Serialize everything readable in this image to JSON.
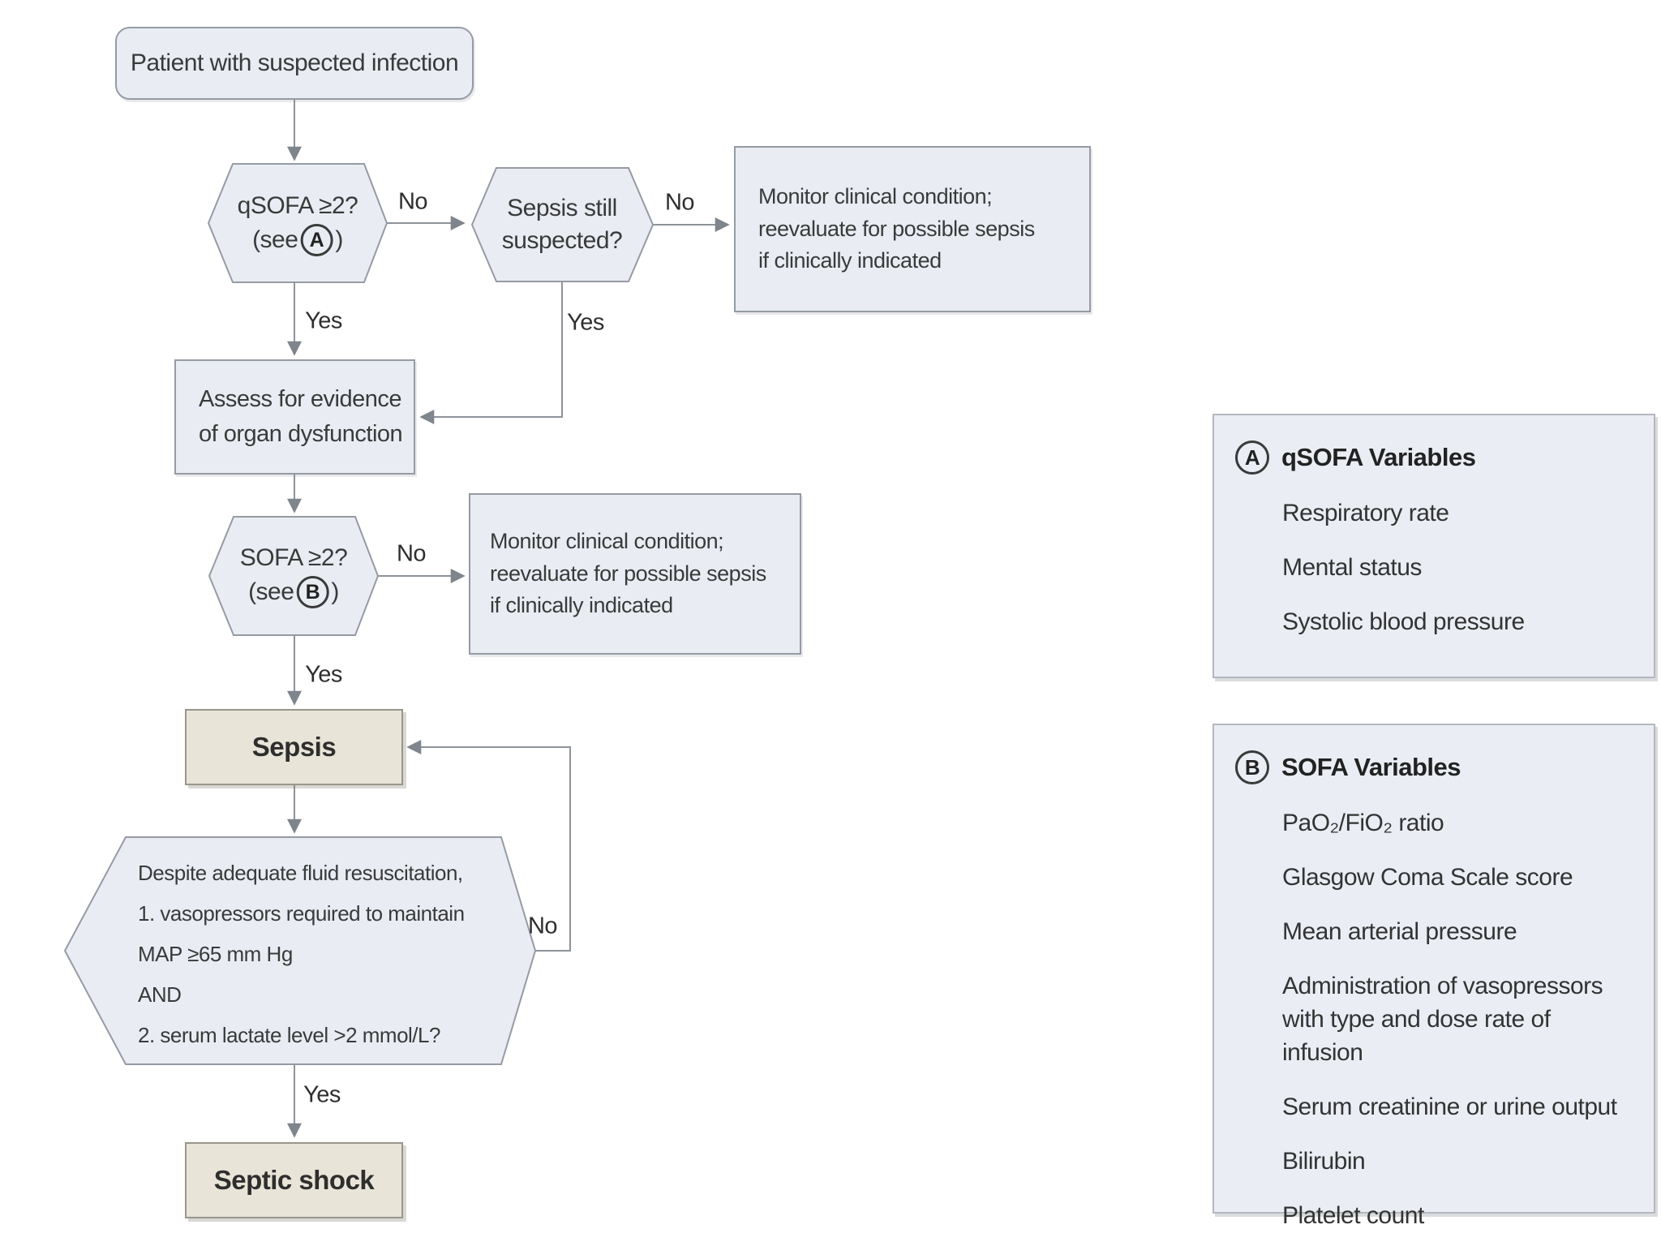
{
  "colors": {
    "node_fill": "#e9edf3",
    "node_border": "#959ba3",
    "highlight_fill": "#e9e4d8",
    "highlight_border": "#9a958a",
    "connector": "#8d939a",
    "panel_fill": "#eaeef4",
    "panel_border": "#b3b8bf",
    "text": "#3a3a3a"
  },
  "labels": {
    "yes": "Yes",
    "no": "No"
  },
  "nodes": {
    "patient": {
      "text": "Patient with suspected infection"
    },
    "qsofa": {
      "line1": "qSOFA ≥2?",
      "see_prefix": "(see",
      "ref": "A",
      "see_suffix": ")"
    },
    "still": {
      "line1": "Sepsis still",
      "line2": "suspected?"
    },
    "monitor1": {
      "lines": [
        "Monitor clinical condition;",
        "reevaluate for possible sepsis",
        "if clinically indicated"
      ]
    },
    "assess": {
      "lines": [
        "Assess for evidence",
        "of organ dysfunction"
      ]
    },
    "sofa": {
      "line1": "SOFA ≥2?",
      "see_prefix": "(see",
      "ref": "B",
      "see_suffix": ")"
    },
    "monitor2": {
      "lines": [
        "Monitor clinical condition;",
        "reevaluate for possible sepsis",
        "if clinically indicated"
      ]
    },
    "sepsis": {
      "text": "Sepsis"
    },
    "shock_criteria": {
      "lines": [
        "Despite adequate fluid resuscitation,",
        "1. vasopressors required to maintain",
        "MAP ≥65 mm Hg",
        "AND",
        "2. serum lactate level >2 mmol/L?"
      ]
    },
    "septic_shock": {
      "text": "Septic shock"
    }
  },
  "panel_a": {
    "ref": "A",
    "title": "qSOFA Variables",
    "items": [
      "Respiratory rate",
      "Mental status",
      "Systolic blood pressure"
    ]
  },
  "panel_b": {
    "ref": "B",
    "title": "SOFA Variables",
    "items": [
      "PaO₂/FiO₂ ratio",
      "Glasgow Coma Scale score",
      "Mean arterial pressure",
      "Administration of vasopressors with type and dose rate of infusion",
      "Serum creatinine or urine output",
      "Bilirubin",
      "Platelet count"
    ]
  }
}
